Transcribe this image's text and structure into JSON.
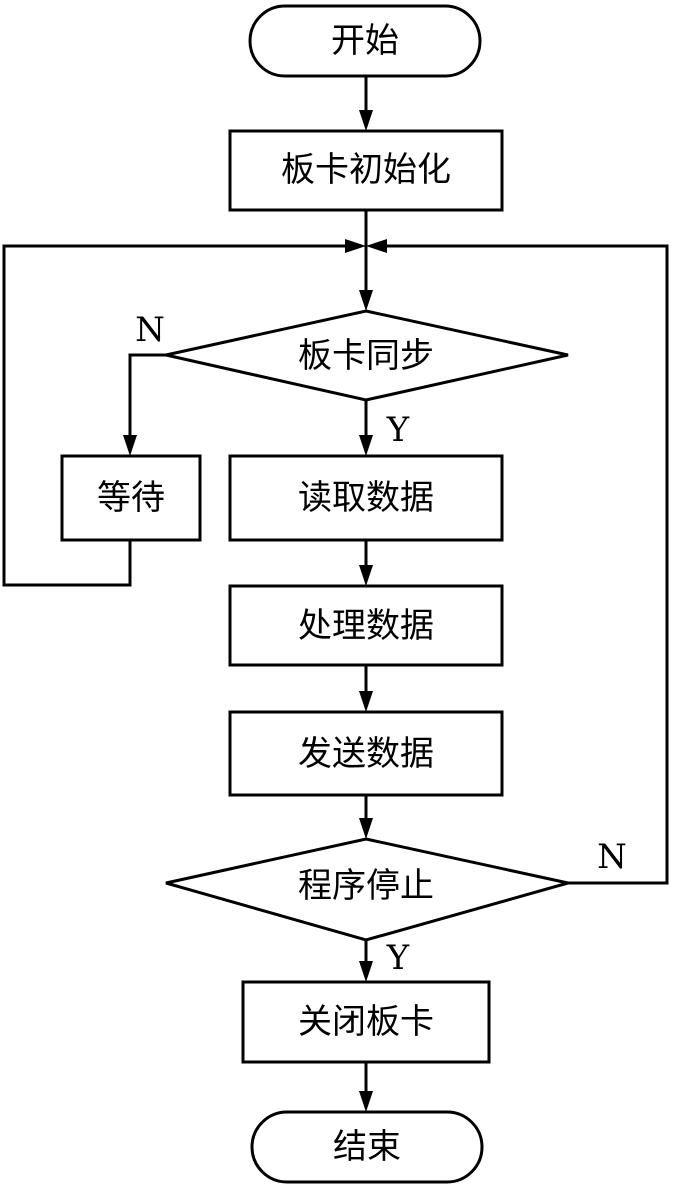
{
  "nodes": {
    "start": "开始",
    "init": "板卡初始化",
    "sync": "板卡同步",
    "wait": "等待",
    "read": "读取数据",
    "process": "处理数据",
    "send": "发送数据",
    "stop_check": "程序停止",
    "close": "关闭板卡",
    "end": "结束"
  },
  "branches": {
    "sync_no": "N",
    "sync_yes": "Y",
    "stop_no": "N",
    "stop_yes": "Y"
  }
}
